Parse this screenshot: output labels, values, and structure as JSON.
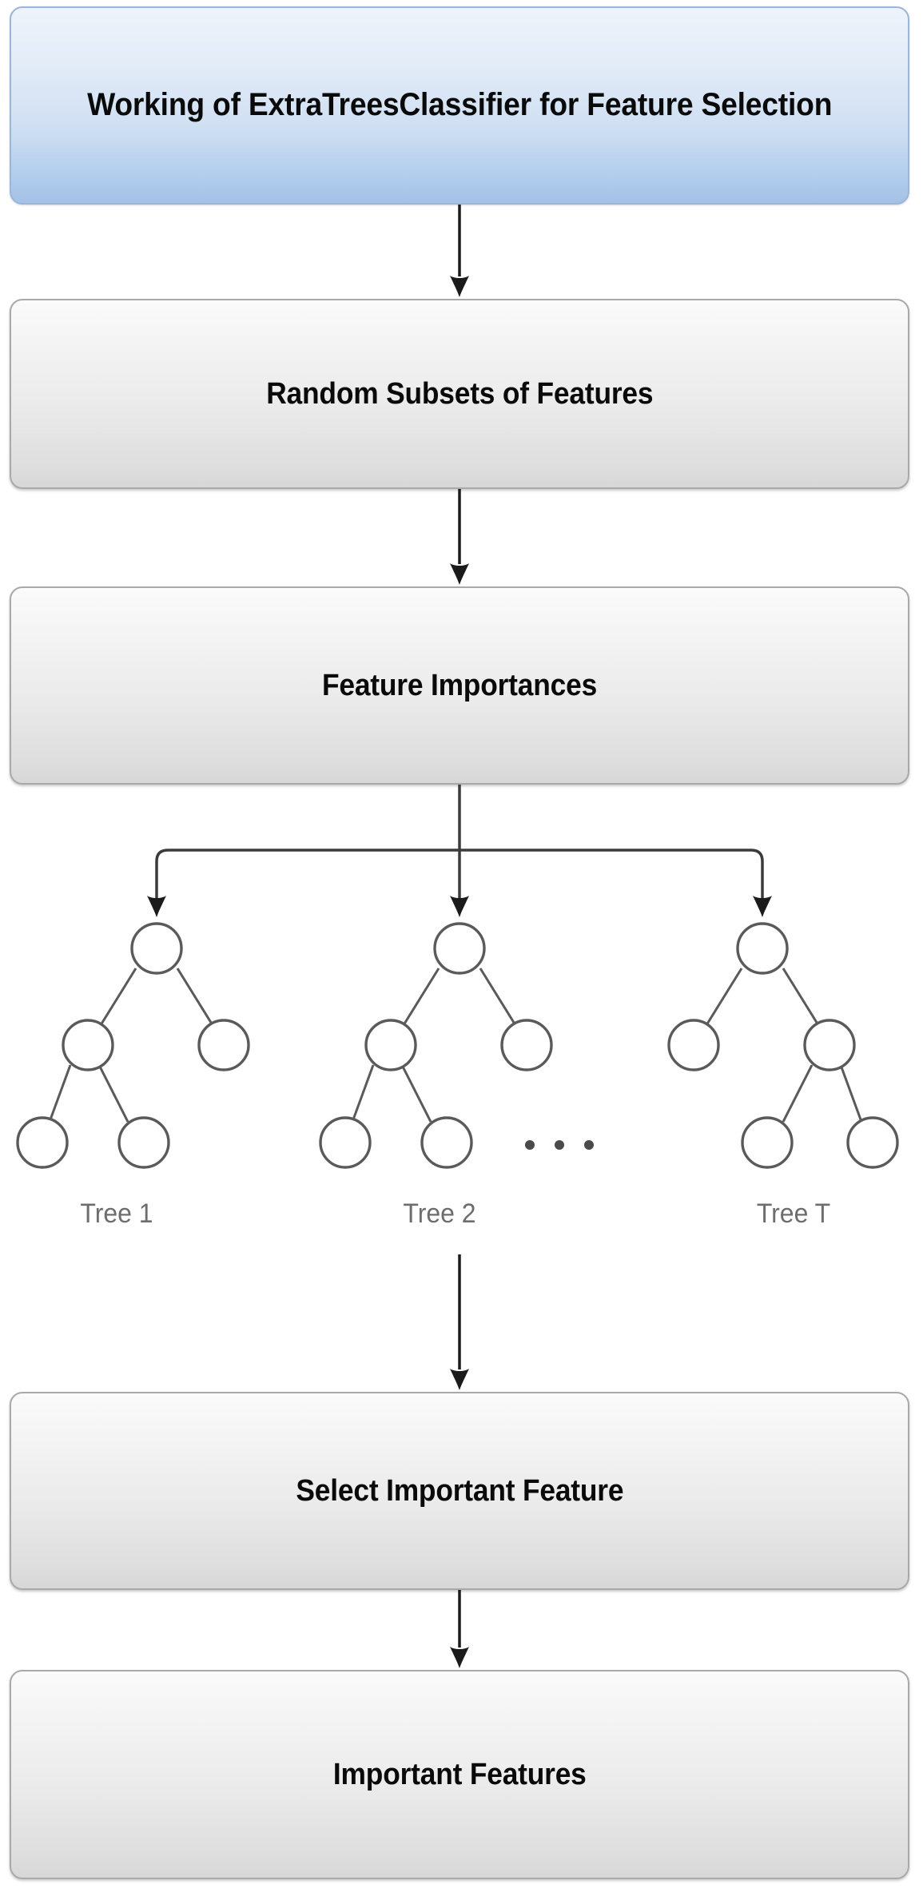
{
  "diagram": {
    "title": "Working of ExtraTreesClassifier for Feature Selection",
    "background_color": "#ffffff",
    "nodes": {
      "header": {
        "label": "Working of ExtraTreesClassifier for Feature Selection",
        "fill": "#cfdff2",
        "border": "#9cb6d8",
        "shape": "rounded-rectangle"
      },
      "random_subsets": {
        "label": "Random Subsets of Features",
        "fill": "#ebebeb",
        "border": "#a9a9a9",
        "shape": "rounded-rectangle"
      },
      "feature_importances": {
        "label": "Feature Importances",
        "fill": "#ebebeb",
        "border": "#a9a9a9",
        "shape": "rounded-rectangle"
      },
      "select_important_feature": {
        "label": "Select Important Feature",
        "fill": "#ebebeb",
        "border": "#a9a9a9",
        "shape": "rounded-rectangle"
      },
      "important_features": {
        "label": "Important Features",
        "fill": "#ebebeb",
        "border": "#a9a9a9",
        "shape": "rounded-rectangle"
      }
    },
    "trees": [
      {
        "label": "Tree 1",
        "shape": "left-heavy"
      },
      {
        "label": "Tree 2",
        "shape": "left-heavy"
      },
      {
        "label": "Tree T",
        "shape": "right-heavy"
      }
    ],
    "ellipsis": "• • •",
    "edges": [
      {
        "from": "header",
        "to": "random_subsets",
        "style": "arrow-down"
      },
      {
        "from": "random_subsets",
        "to": "feature_importances",
        "style": "arrow-down"
      },
      {
        "from": "feature_importances",
        "to": "tree-1",
        "style": "branch-arrow"
      },
      {
        "from": "feature_importances",
        "to": "tree-2",
        "style": "branch-arrow"
      },
      {
        "from": "feature_importances",
        "to": "tree-T",
        "style": "branch-arrow"
      },
      {
        "from": "trees",
        "to": "select_important_feature",
        "style": "arrow-down"
      },
      {
        "from": "select_important_feature",
        "to": "important_features",
        "style": "arrow-down"
      }
    ],
    "colors": {
      "line": "#3b3b3b",
      "node_stroke": "#5a5a5a",
      "label_text": "#6d6d6d",
      "box_text": "#0a0a0a"
    }
  }
}
